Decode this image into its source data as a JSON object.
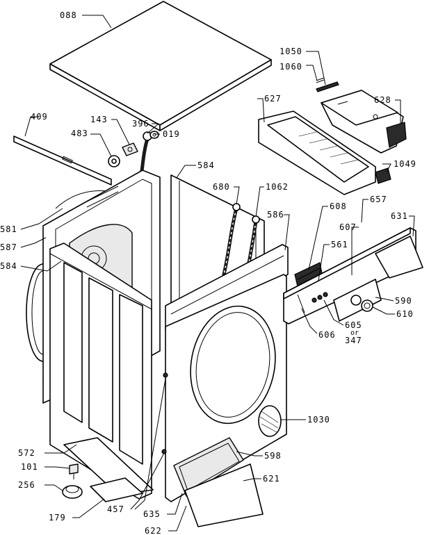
{
  "diagram": {
    "labels": {
      "p088": "088",
      "p1050": "1050",
      "p1060": "1060",
      "p627": "627",
      "p628": "628",
      "p409": "409",
      "p143": "143",
      "p483": "483",
      "p396": "396",
      "p019": "019",
      "p1049": "1049",
      "p584a": "584",
      "p680": "680",
      "p1062": "1062",
      "p581": "581",
      "p587": "587",
      "p608": "608",
      "p657": "657",
      "p586": "586",
      "p631": "631",
      "p607": "607",
      "p561": "561",
      "p584b": "584",
      "p590": "590",
      "p610": "610",
      "p605": "605",
      "p605_or": "or",
      "p347": "347",
      "p606": "606",
      "p1030": "1030",
      "p572": "572",
      "p598": "598",
      "p101": "101",
      "p621": "621",
      "p256": "256",
      "p457": "457",
      "p635": "635",
      "p179": "179",
      "p622": "622"
    }
  }
}
